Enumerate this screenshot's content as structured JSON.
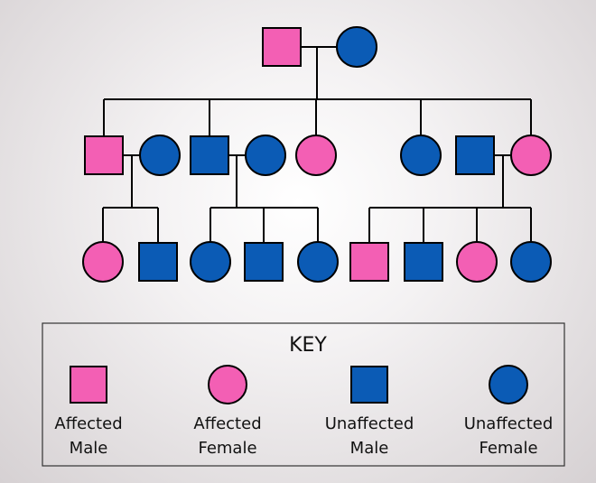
{
  "colors": {
    "affected": "#f35fb4",
    "unaffected": "#0b5bb5",
    "line": "#000000"
  },
  "pedigree": {
    "generation_1": [
      {
        "sex": "male",
        "status": "affected"
      },
      {
        "sex": "female",
        "status": "unaffected"
      }
    ],
    "generation_2": [
      {
        "sex": "male",
        "status": "affected"
      },
      {
        "sex": "female",
        "status": "unaffected"
      },
      {
        "sex": "male",
        "status": "unaffected"
      },
      {
        "sex": "female",
        "status": "unaffected"
      },
      {
        "sex": "female",
        "status": "affected"
      },
      {
        "sex": "female",
        "status": "unaffected"
      },
      {
        "sex": "male",
        "status": "unaffected"
      },
      {
        "sex": "female",
        "status": "affected"
      }
    ],
    "generation_3": [
      {
        "sex": "female",
        "status": "affected"
      },
      {
        "sex": "male",
        "status": "unaffected"
      },
      {
        "sex": "female",
        "status": "unaffected"
      },
      {
        "sex": "male",
        "status": "unaffected"
      },
      {
        "sex": "female",
        "status": "unaffected"
      },
      {
        "sex": "male",
        "status": "affected"
      },
      {
        "sex": "male",
        "status": "unaffected"
      },
      {
        "sex": "female",
        "status": "affected"
      },
      {
        "sex": "female",
        "status": "unaffected"
      }
    ]
  },
  "key": {
    "title": "KEY",
    "items": [
      {
        "symbol": "square",
        "status": "affected",
        "line1": "Affected",
        "line2": "Male"
      },
      {
        "symbol": "circle",
        "status": "affected",
        "line1": "Affected",
        "line2": "Female"
      },
      {
        "symbol": "square",
        "status": "unaffected",
        "line1": "Unaffected",
        "line2": "Male"
      },
      {
        "symbol": "circle",
        "status": "unaffected",
        "line1": "Unaffected",
        "line2": "Female"
      }
    ]
  }
}
